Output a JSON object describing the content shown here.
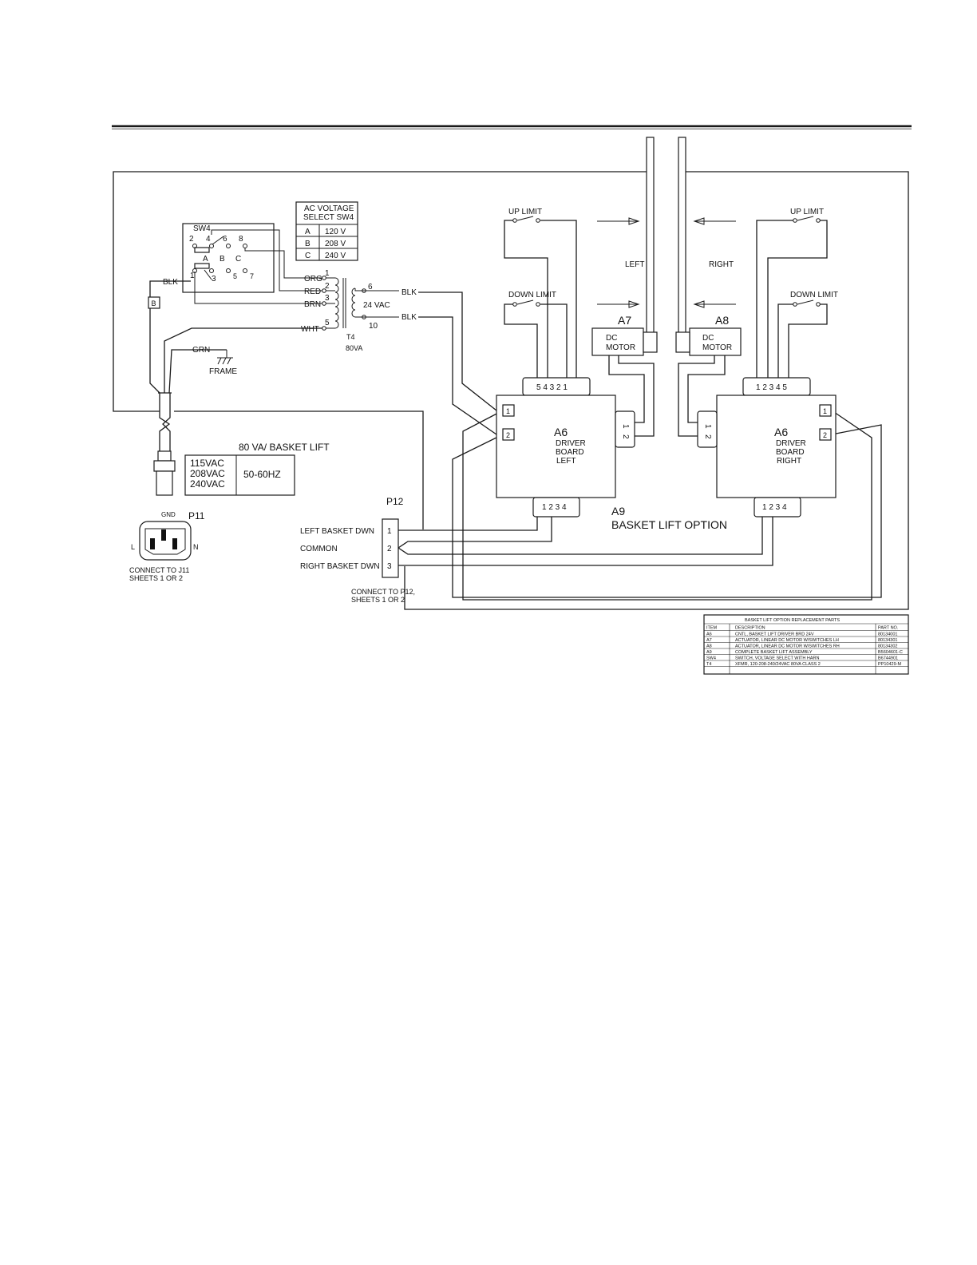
{
  "labels": {
    "sw4": "SW4",
    "sw4_pins": [
      "2",
      "4",
      "6",
      "8",
      "1",
      "3",
      "5",
      "7"
    ],
    "sw4_positions": [
      "A",
      "B",
      "C"
    ],
    "blk": "BLK",
    "b_connector": "B",
    "grn": "GRN",
    "frame": "FRAME",
    "xfmr_leads": [
      "ORG",
      "RED",
      "BRN",
      "WHT"
    ],
    "xfmr_primary_pins": [
      "1",
      "2",
      "3",
      "5"
    ],
    "xfmr_secondary_pins": [
      "6",
      "10"
    ],
    "xfmr_secondary": "24 VAC",
    "secondary_leads": [
      "BLK",
      "BLK"
    ],
    "xfmr_id": "T4",
    "xfmr_rating": "80VA",
    "up_limit": "UP LIMIT",
    "down_limit": "DOWN LIMIT",
    "left": "LEFT",
    "right": "RIGHT",
    "a7": "A7",
    "a8": "A8",
    "dc_motor": [
      "DC",
      "MOTOR"
    ],
    "a6": "A6",
    "driver_board_left": [
      "DRIVER",
      "BOARD",
      "LEFT"
    ],
    "driver_board_right": [
      "DRIVER",
      "BOARD",
      "RIGHT"
    ],
    "left_top_pins": "5 4 3 2 1",
    "right_top_pins": "1 2 3 4 5",
    "bottom_pins": "1 2 3 4",
    "side_pins": [
      "1",
      "2"
    ],
    "a9": "A9",
    "basket_lift_option": "BASKET LIFT OPTION",
    "p12": "P12",
    "p12_rows": [
      {
        "label": "LEFT BASKET DWN",
        "pin": "1"
      },
      {
        "label": "COMMON",
        "pin": "2"
      },
      {
        "label": "RIGHT BASKET DWN",
        "pin": "3"
      }
    ],
    "connect_p12": [
      "CONNECT TO P12,",
      "SHEETS 1 OR 2"
    ],
    "p11": "P11",
    "gnd": "GND",
    "l": "L",
    "n": "N",
    "connect_j11": [
      "CONNECT TO J11",
      "SHEETS 1 OR 2"
    ]
  },
  "voltage_select": {
    "title": [
      "AC VOLTAGE",
      "SELECT SW4"
    ],
    "rows": [
      {
        "pos": "A",
        "volts": "120 V"
      },
      {
        "pos": "B",
        "volts": "208 V"
      },
      {
        "pos": "C",
        "volts": "240 V"
      }
    ]
  },
  "rating": {
    "title": "80 VA/ BASKET LIFT",
    "voltages": [
      "115VAC",
      "208VAC",
      "240VAC"
    ],
    "frequency": "50-60HZ"
  },
  "parts_table": {
    "title": "BASKET LIFT OPTION REPLACEMENT PARTS",
    "headers": [
      "ITEM",
      "DESCRIPTION",
      "PART NO."
    ],
    "rows": [
      [
        "A6",
        "CNTL, BASKET LIFT DRIVER BRD 24V",
        "80134001"
      ],
      [
        "A7",
        "ACTUATOR, LINEAR DC MOTOR W/SWITCHES LH",
        "80134301"
      ],
      [
        "A8",
        "ACTUATOR, LINEAR DC MOTOR W/SWITCHES RH",
        "80134302"
      ],
      [
        "A9",
        "COMPLETE BASKET LIFT ASSEMBLY",
        "B5604601-C"
      ],
      [
        "SW4",
        "SWITCH, VOLTAGE SELECT WITH HARN",
        "B6744901"
      ],
      [
        "T4",
        "XFMR, 120-208-240/24VAC  80VA CLASS 2",
        "PP10429-M"
      ]
    ]
  }
}
